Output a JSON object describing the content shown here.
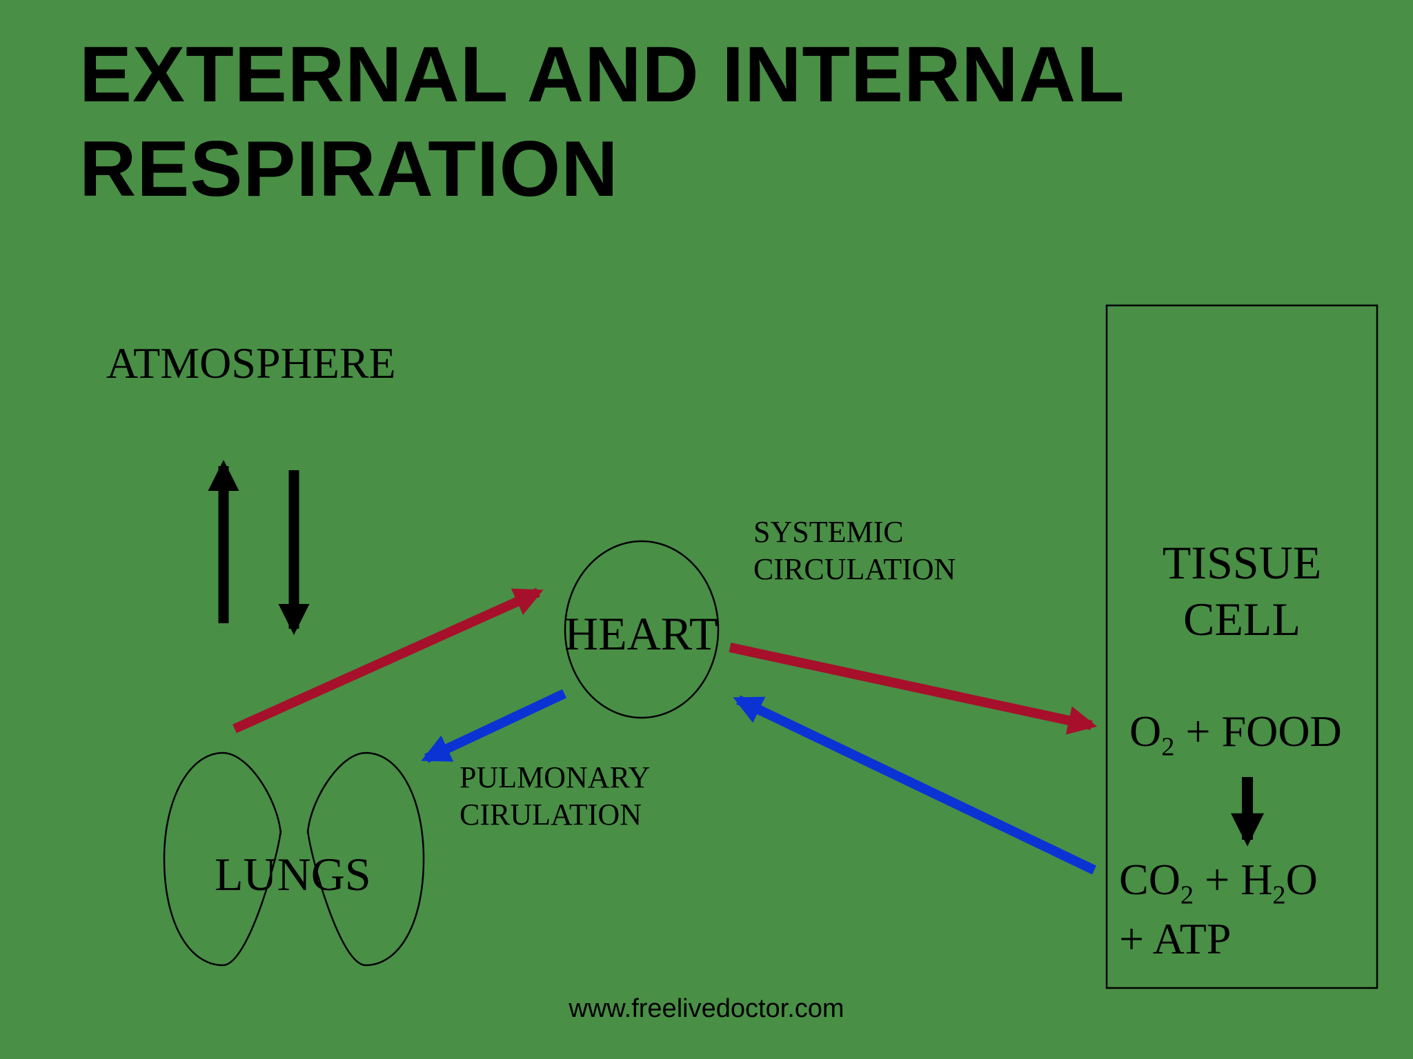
{
  "slide": {
    "title_line1": "EXTERNAL AND INTERNAL",
    "title_line2": "RESPIRATION",
    "footer": "www.freelivedoctor.com"
  },
  "diagram": {
    "atmosphere": "ATMOSPHERE",
    "lungs": "LUNGS",
    "heart": "HEART",
    "systemic_line1": "SYSTEMIC",
    "systemic_line2": "CIRCULATION",
    "pulmonary_line1": "PULMONARY",
    "pulmonary_line2": "CIRULATION",
    "tissue_line1": "TISSUE",
    "tissue_line2": "CELL",
    "reactants": {
      "o_symbol": "O",
      "o_sub": "2",
      "rest": " + FOOD"
    },
    "products": {
      "co_symbol": "CO",
      "co_sub": "2",
      "plus_h": " + H",
      "h_sub": "2",
      "o_symbol": "O",
      "atp": "+ ATP"
    }
  },
  "colors": {
    "background": "#498f46",
    "oxygenated": "#a6102a",
    "deoxygenated": "#0b33d4",
    "ink": "#000000"
  },
  "icons": {
    "arrows": [
      "arrow-up-icon",
      "arrow-down-icon",
      "arrow-right-icon",
      "arrow-left-icon"
    ]
  }
}
